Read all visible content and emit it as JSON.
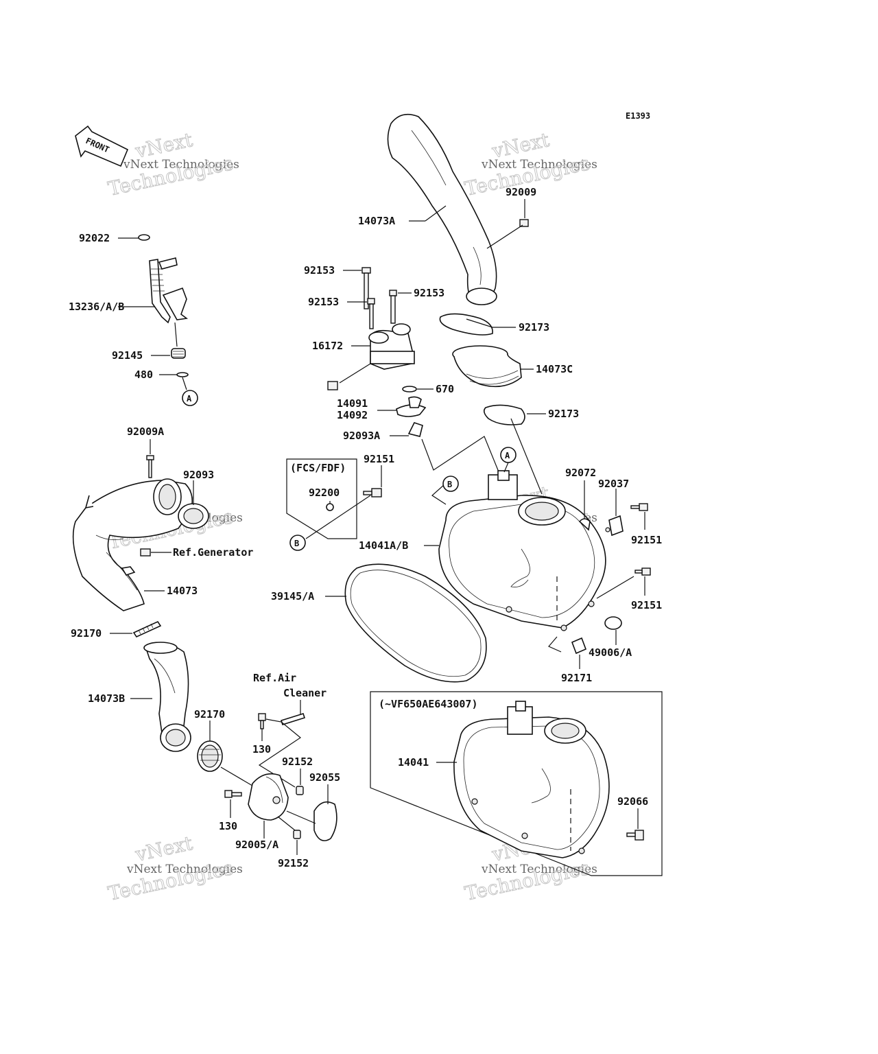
{
  "diagram_code": "E1393",
  "front_label": "FRONT",
  "watermark": {
    "line1": "vNext Technologies",
    "line2": "Technologies",
    "line3": "vNext"
  },
  "callouts": {
    "c92009_top": "92009",
    "c14073A": "14073A",
    "c92153_a": "92153",
    "c92153_b": "92153",
    "c92153_c": "92153",
    "c92173_a": "92173",
    "c16172": "16172",
    "c14073C": "14073C",
    "c670": "670",
    "c14091": "14091",
    "c14092": "14092",
    "c92173_b": "92173",
    "c92093A": "92093A",
    "c92022": "92022",
    "c13236": "13236/A/B",
    "c92145": "92145",
    "c480": "480",
    "c92009A": "92009A",
    "c92093": "92093",
    "c_ref_gen": "Ref.Generator",
    "c14073": "14073",
    "c92170_a": "92170",
    "c14073B": "14073B",
    "c92170_b": "92170",
    "c_ref_air1": "Ref.Air",
    "c_ref_air2": "Cleaner",
    "c130_a": "130",
    "c92152_a": "92152",
    "c92055": "92055",
    "c130_b": "130",
    "c92005A": "92005/A",
    "c92152_b": "92152",
    "c_fcs": "(FCS/FDF)",
    "c92151_a": "92151",
    "c92200": "92200",
    "c14041AB": "14041A/B",
    "c92072": "92072",
    "c92037": "92037",
    "c92151_b": "92151",
    "c92151_c": "92151",
    "c39145A": "39145/A",
    "c49006A": "49006/A",
    "c92171": "92171",
    "c_vf": "(~VF650AE643007)",
    "c14041": "14041",
    "c92066": "92066"
  },
  "ref_markers": {
    "A": "A",
    "B": "B"
  }
}
